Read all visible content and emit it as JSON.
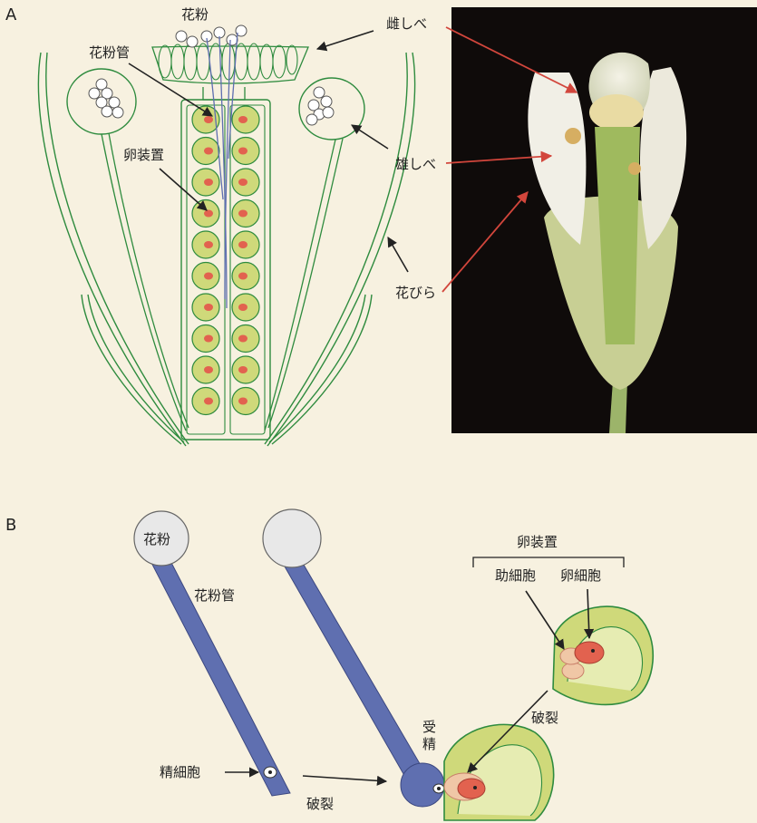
{
  "panel_a": {
    "letter": "A",
    "labels": {
      "pollen": "花粉",
      "pollen_tube": "花粉管",
      "egg_apparatus": "卵装置",
      "pistil": "雌しべ",
      "stamen": "雄しべ",
      "petal": "花びら"
    }
  },
  "panel_b": {
    "letter": "B",
    "labels": {
      "pollen": "花粉",
      "pollen_tube": "花粉管",
      "sperm_cell": "精細胞",
      "rupture_1": "破裂",
      "rupture_2": "破裂",
      "fertilization_1": "受",
      "fertilization_2": "精",
      "egg_apparatus": "卵装置",
      "synergid": "助細胞",
      "egg_cell": "卵細胞"
    }
  },
  "colors": {
    "background": "#f7f1e0",
    "outline_green": "#2e8b3e",
    "ovule_fill": "#cfd97a",
    "tube_blue": "#5f6fb0",
    "egg_red": "#e2624f",
    "arrow_red": "#d2463c",
    "photo_bg": "#0f0b0a"
  }
}
